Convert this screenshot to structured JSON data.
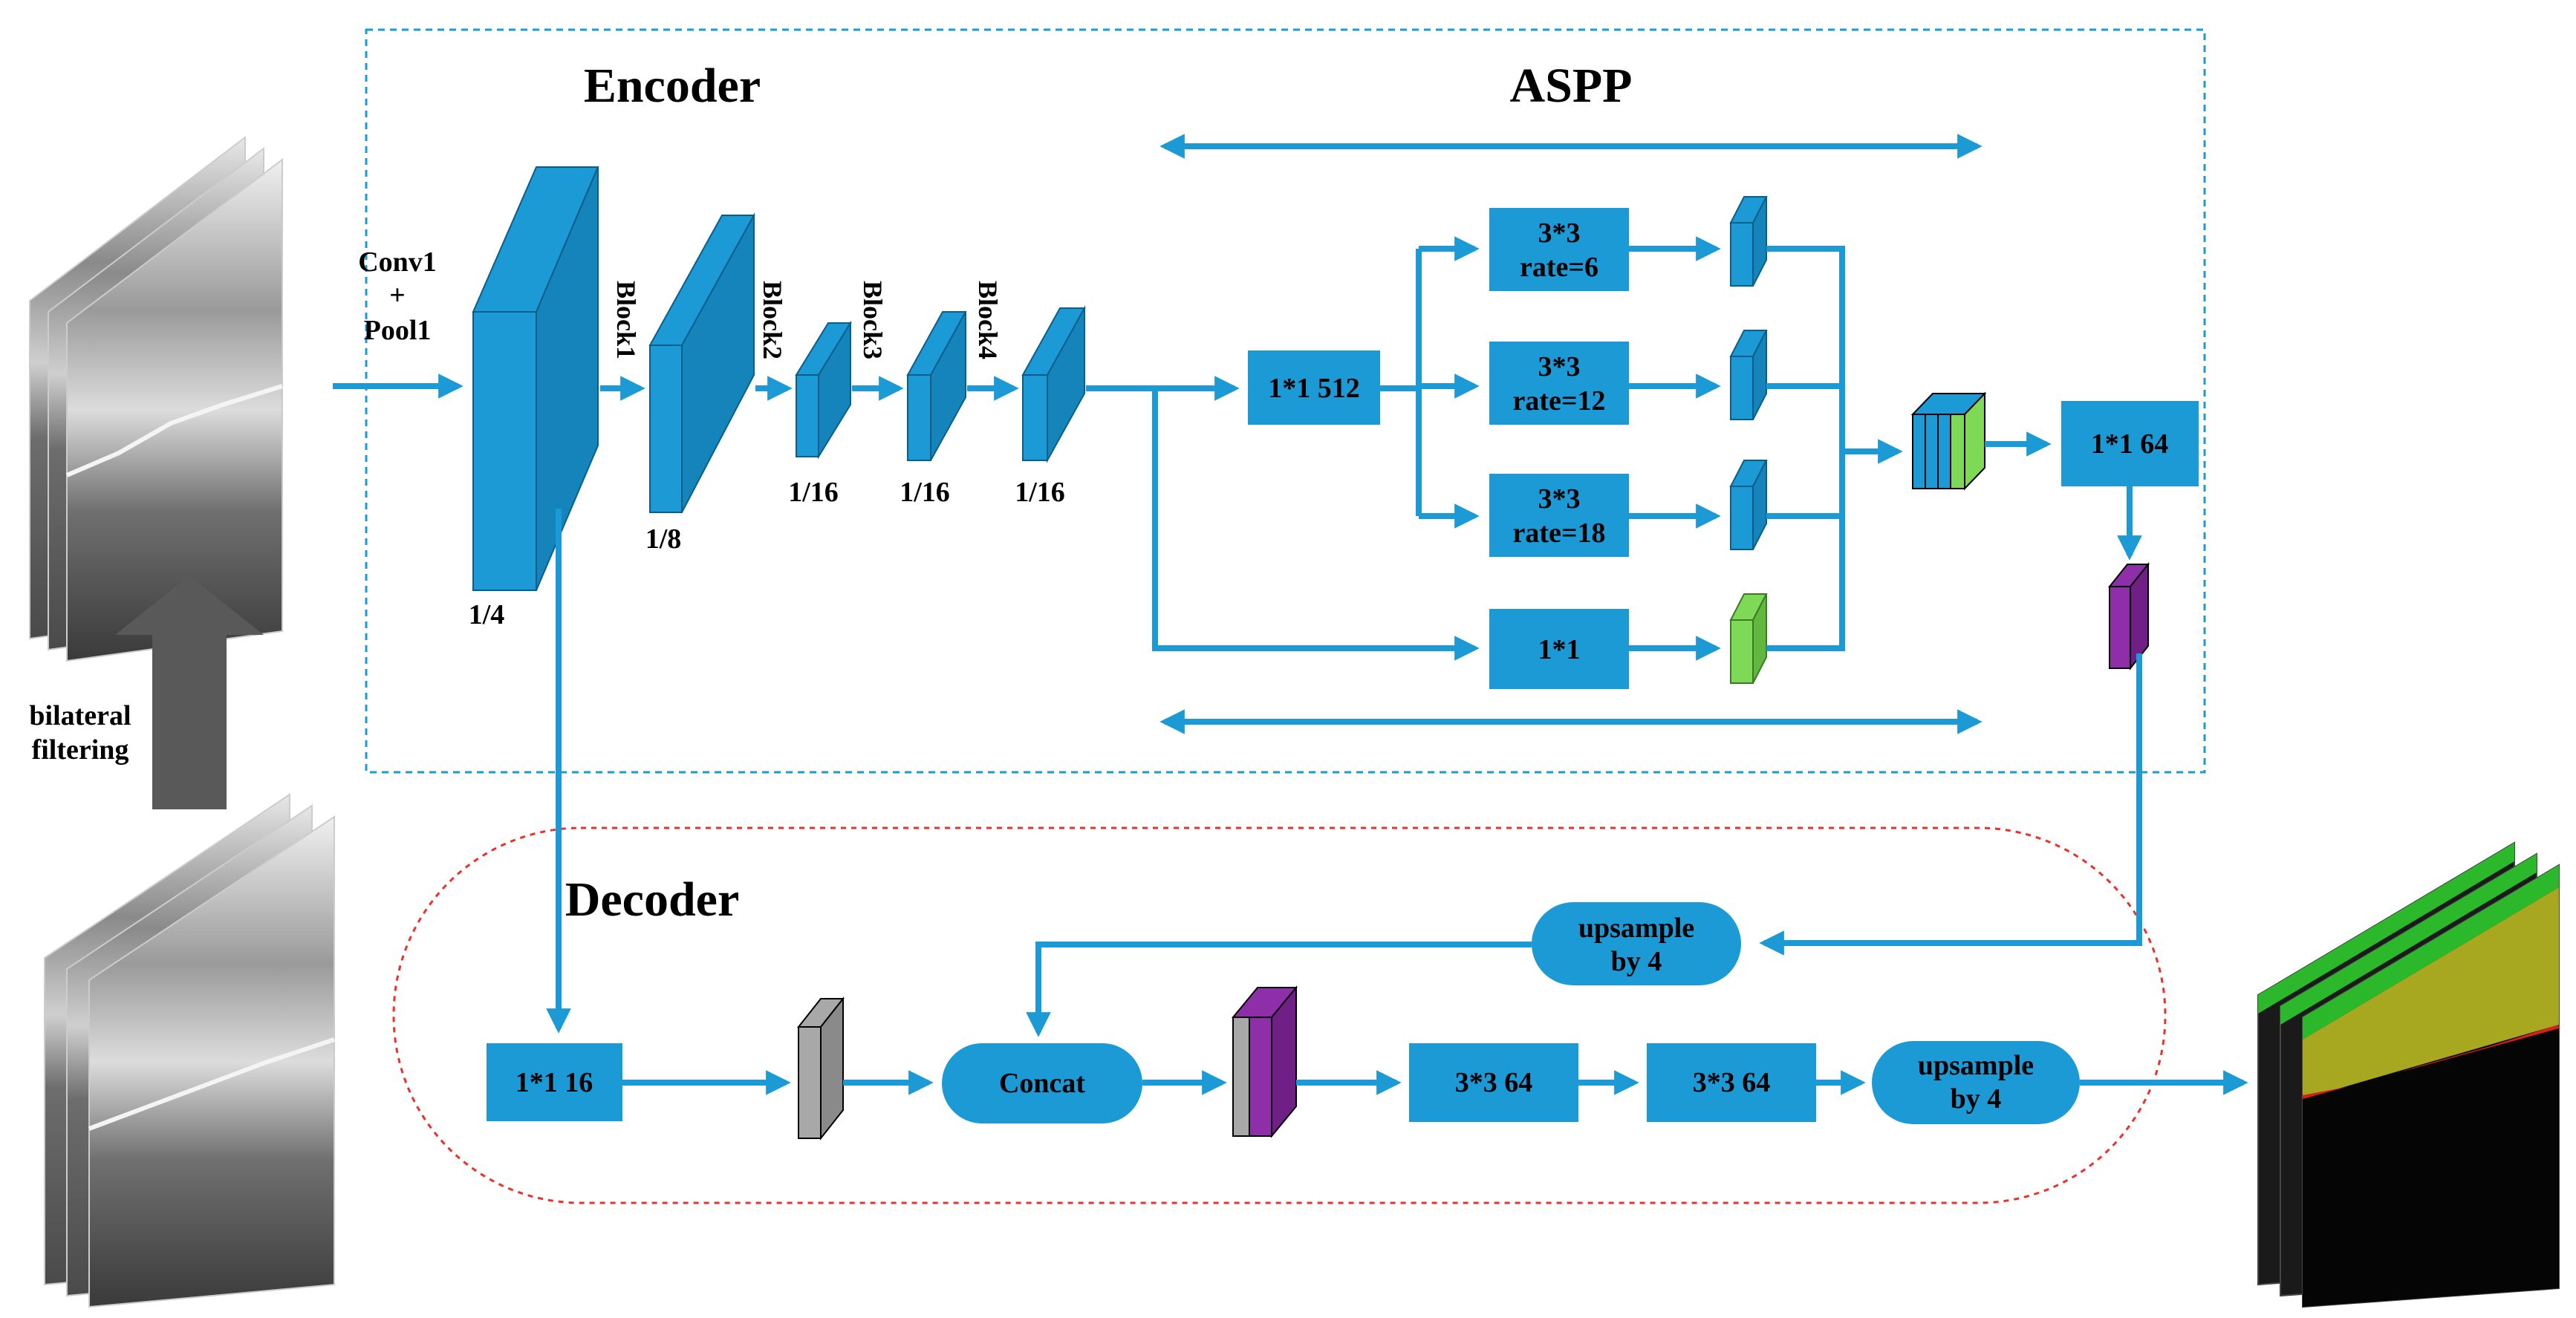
{
  "colors": {
    "block": "#1B9AD6",
    "block_edge": "#0B5E8A",
    "arrow": "#1B9AD6",
    "green": "#7ED957",
    "purple": "#8E2EA8",
    "gray": "#A8A8A8",
    "encoder_border": "#1B9AD6",
    "decoder_border": "#E8322B",
    "dark_arrow": "#595959"
  },
  "sections": {
    "encoder": "Encoder",
    "aspp": "ASPP",
    "decoder": "Decoder"
  },
  "input": {
    "stem_top": "Conv1",
    "stem_plus": "+",
    "stem_bottom": "Pool1",
    "filter_top": "bilateral",
    "filter_bottom": "filtering"
  },
  "encoder": {
    "blocks": [
      "Block1",
      "Block2",
      "Block3",
      "Block4"
    ],
    "scales": [
      "1/4",
      "1/8",
      "1/16",
      "1/16",
      "1/16"
    ]
  },
  "aspp": {
    "conv1x1": "1*1 512",
    "branch_kernel": "3*3",
    "rates": [
      "rate=6",
      "rate=12",
      "rate=18"
    ],
    "pool_branch": "1*1",
    "out_conv": "1*1 64"
  },
  "decoder": {
    "low_conv": "1*1 16",
    "upsample_top": "upsample",
    "upsample_bottom": "by 4",
    "concat": "Concat",
    "conv_a": "3*3 64",
    "conv_b": "3*3 64"
  }
}
